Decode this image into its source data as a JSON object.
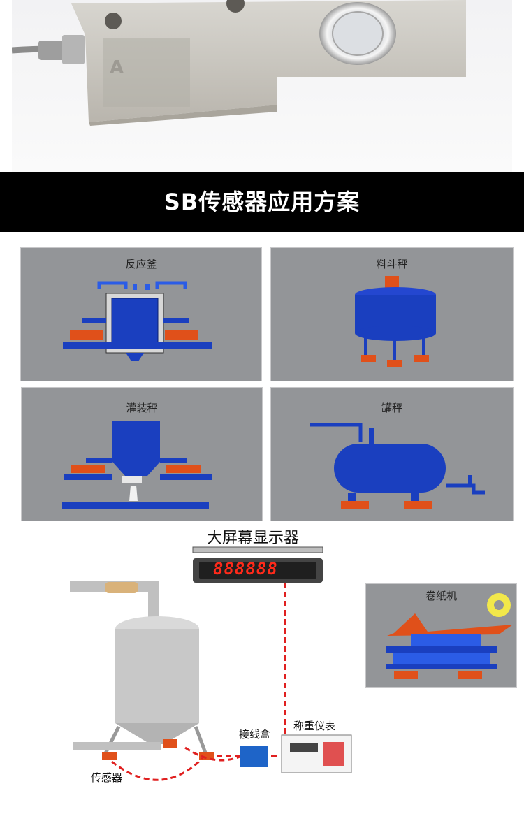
{
  "banner": {
    "title": "SB传感器应用方案"
  },
  "panels": [
    {
      "title": "反应釜"
    },
    {
      "title": "料斗秤"
    },
    {
      "title": "灌装秤"
    },
    {
      "title": "罐秤"
    },
    {
      "title": "卷纸机"
    }
  ],
  "system": {
    "display_title": "大屏幕显示器",
    "display_digits": "888888",
    "junction_box": "接线盒",
    "indicator": "称重仪表",
    "sensor": "传感器"
  },
  "colors": {
    "panel_bg": "#939598",
    "vessel_blue": "#1a3fbf",
    "sensor_orange": "#e0501a",
    "banner_bg": "#000000",
    "wire_red": "#e02020"
  }
}
